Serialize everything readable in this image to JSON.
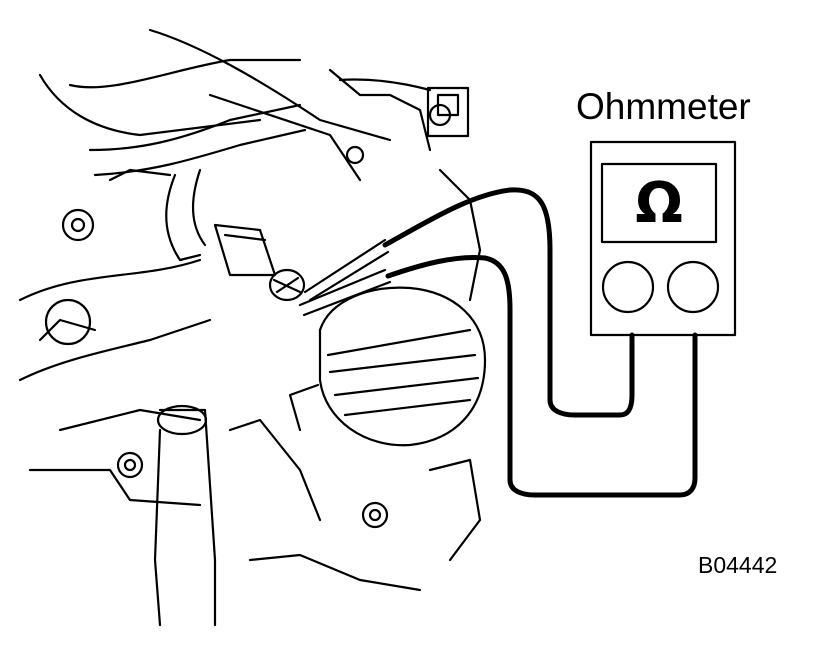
{
  "meter": {
    "title": "Ohmmeter",
    "unit_symbol": "Ω"
  },
  "figure": {
    "code": "B04442"
  },
  "colors": {
    "line": "#000000",
    "background": "#ffffff"
  }
}
